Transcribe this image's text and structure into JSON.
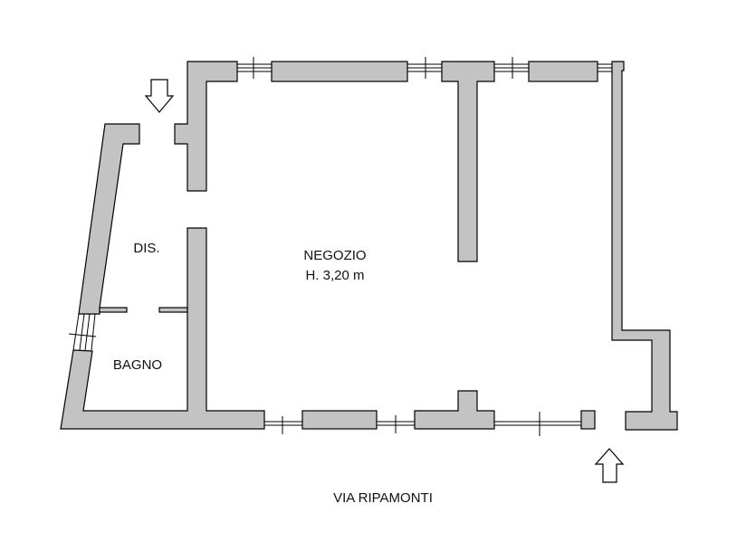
{
  "plan": {
    "rooms": {
      "dis": "DIS.",
      "negozio": "NEGOZIO",
      "negozio_height": "H. 3,20 m",
      "bagno": "BAGNO"
    },
    "street": "VIA RIPAMONTI",
    "icons": [
      "entrance-arrow-down-icon",
      "entrance-arrow-up-icon"
    ],
    "colors": {
      "wall": "#c3c3c3",
      "line": "#000000"
    }
  }
}
